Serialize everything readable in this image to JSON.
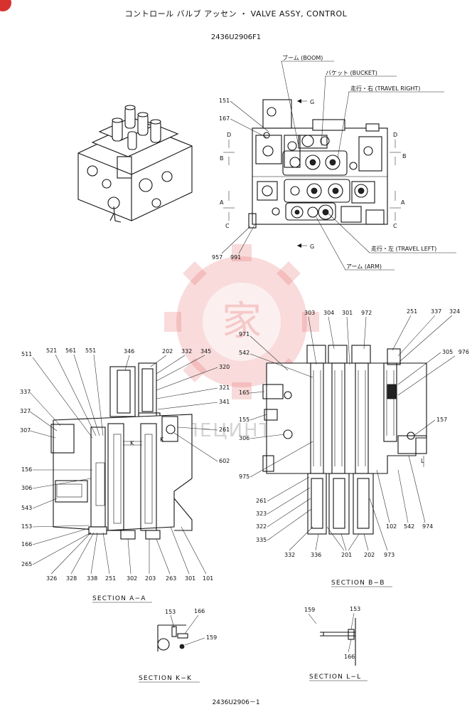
{
  "title": {
    "jp": "コントロール バルブ アッセン ・ VALVE ASSY, CONTROL",
    "drawing_no": "2436U2906F1"
  },
  "footer": {
    "drawing_no": "2436U2906－1"
  },
  "watermark": {
    "text": "СПЕЦИНТЕХ",
    "color": "#e35a5a"
  },
  "top_view": {
    "callouts": {
      "boom": "ブーム (BOOM)",
      "bucket": "バケット (BUCKET)",
      "travel_right": "走行・右 (TRAVEL RIGHT)",
      "travel_left": "走行・左 (TRAVEL LEFT)",
      "arm": "アーム (ARM)"
    },
    "parts": {
      "p151": "151",
      "p167": "167",
      "p957": "957",
      "p991": "991"
    },
    "section_marks": {
      "g_top": "G",
      "g_bottom": "G",
      "d_left": "D",
      "b_left": "B",
      "a_left": "A",
      "c_left": "C",
      "d_right": "D",
      "b_right": "B",
      "a_right": "A",
      "c_right": "C"
    }
  },
  "section_aa": {
    "label": "SECTION A−A",
    "parts_left": [
      "511",
      "521",
      "561",
      "551",
      "337",
      "327",
      "307",
      "156",
      "306",
      "543",
      "153",
      "166",
      "265"
    ],
    "parts_top": [
      "346",
      "202",
      "332",
      "345",
      "320",
      "321",
      "341",
      "261",
      "602"
    ],
    "parts_bottom": [
      "326",
      "328",
      "338",
      "251",
      "302",
      "203",
      "263",
      "301",
      "101"
    ],
    "k_mark": "K"
  },
  "section_bb": {
    "label": "SECTION B−B",
    "parts_top": [
      "303",
      "304",
      "301",
      "972",
      "251",
      "337",
      "324"
    ],
    "parts_left": [
      "971",
      "542",
      "165",
      "155",
      "306",
      "975",
      "261",
      "323",
      "322",
      "335"
    ],
    "parts_right": [
      "305",
      "976",
      "157",
      "102",
      "542",
      "974"
    ],
    "parts_bottom": [
      "332",
      "336",
      "201",
      "202",
      "973"
    ],
    "l_mark": "L"
  },
  "section_kk": {
    "label": "SECTION K−K",
    "parts": [
      "153",
      "166",
      "159"
    ]
  },
  "section_ll": {
    "label": "SECTION L−L",
    "parts": [
      "159",
      "153",
      "166"
    ]
  }
}
